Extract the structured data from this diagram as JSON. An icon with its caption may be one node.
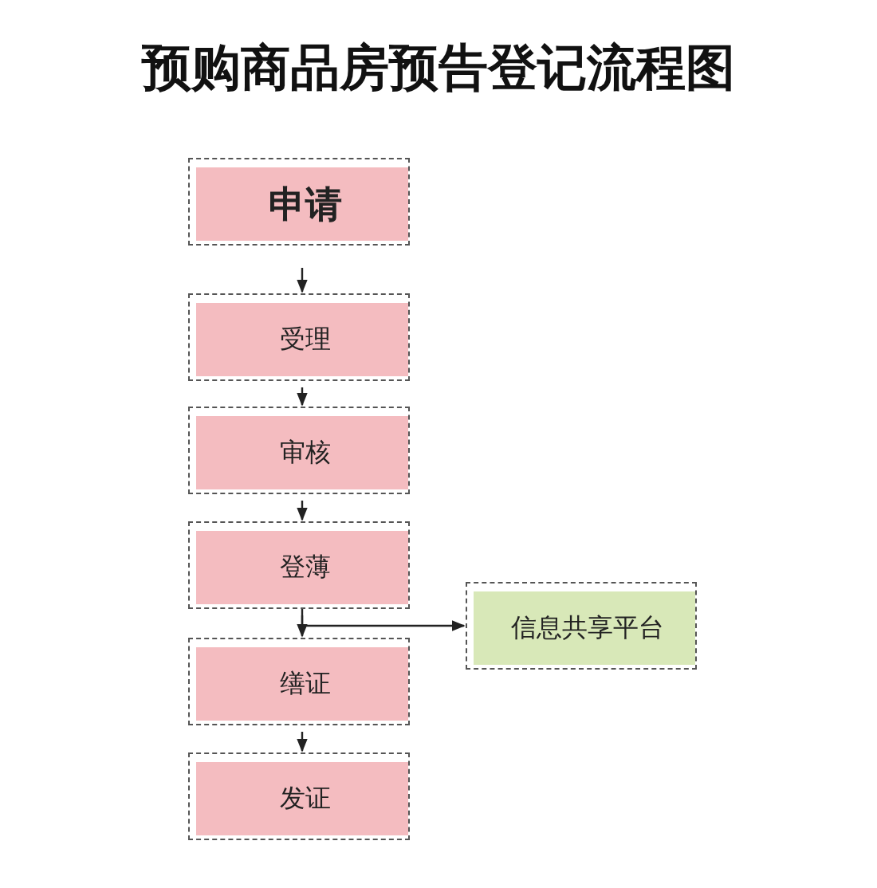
{
  "diagram": {
    "title": "预购商品房预告登记流程图",
    "nodes": [
      {
        "text": [
          "申请"
        ]
      },
      {
        "text": [
          "受理"
        ]
      },
      {
        "text": [
          "审核"
        ]
      },
      {
        "text": [
          "登薄"
        ]
      },
      {
        "text": [
          "缮证"
        ]
      },
      {
        "text": [
          "发证"
        ]
      },
      {
        "text": [
          "信息共享平台"
        ]
      }
    ],
    "edges": [
      {
        "from": 0,
        "to": 1,
        "arrow": "to"
      },
      {
        "from": 1,
        "to": 2,
        "arrow": "to"
      },
      {
        "from": 2,
        "to": 3,
        "arrow": "to"
      },
      {
        "from": 3,
        "to": 4,
        "arrow": "to"
      },
      {
        "from": 4,
        "to": 5,
        "arrow": "to"
      },
      {
        "from": 3,
        "to": 6,
        "arrow": "to"
      }
    ]
  }
}
